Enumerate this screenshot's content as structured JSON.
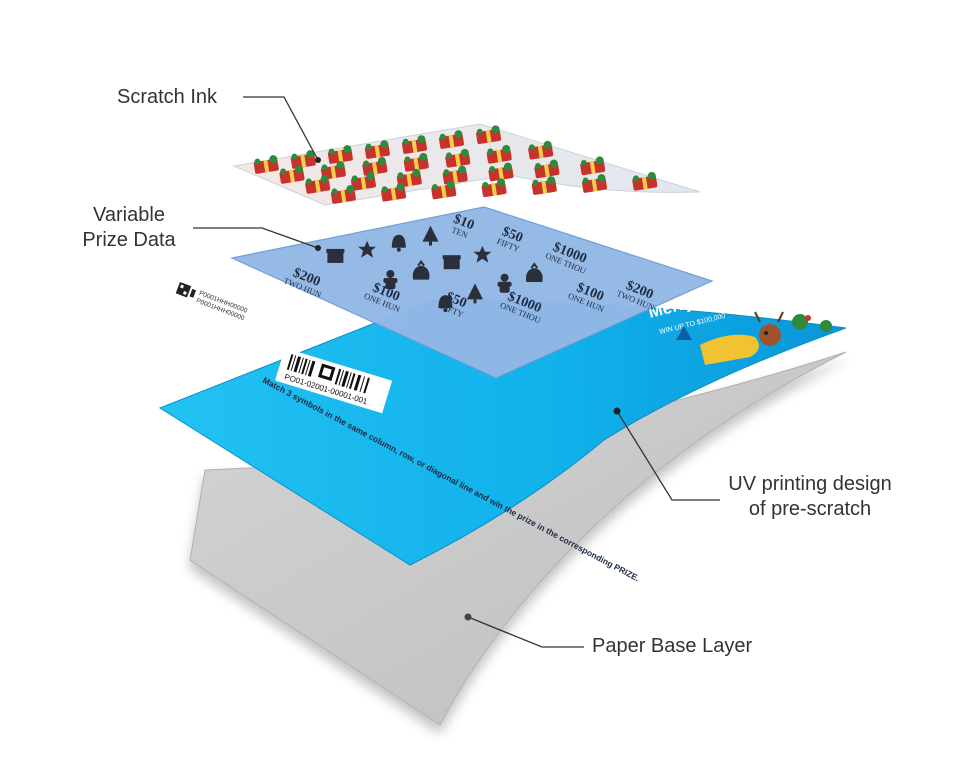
{
  "labels": {
    "scratch_ink": "Scratch Ink",
    "prize_data": [
      "Variable",
      "Prize Data"
    ],
    "uv_design": [
      "UV printing design",
      "of pre-scratch"
    ],
    "paper_base": "Paper Base Layer"
  },
  "ticket": {
    "instruction": "Match 3 symbols in the same column, row, or diagonal line and win the prize in the corresponding PRIZE.",
    "barcode_number": "PO01-02001-00001-001",
    "serial_code": "P0001HHH00000",
    "brand_title": "Merry Christmas!",
    "brand_subtitle": "WIN UP TO $100,000"
  },
  "prize_grid": {
    "amounts": [
      "$200",
      "$100",
      "$50",
      "$1000",
      "$100",
      "$200",
      "$10",
      "$50",
      "$1000"
    ],
    "words": [
      "TWO HUN",
      "ONE HUN",
      "FIFTY",
      "ONE THOU",
      "ONE HUN",
      "TWO HUN",
      "TEN",
      "FIFTY",
      "ONE THOU"
    ]
  },
  "colors": {
    "uv_layer": "#13b2ea",
    "prize_layer": "#93b8e6",
    "paper_layer": "#c8c8c8",
    "ink_red": "#c8322c",
    "ink_green": "#2f8a3b"
  }
}
